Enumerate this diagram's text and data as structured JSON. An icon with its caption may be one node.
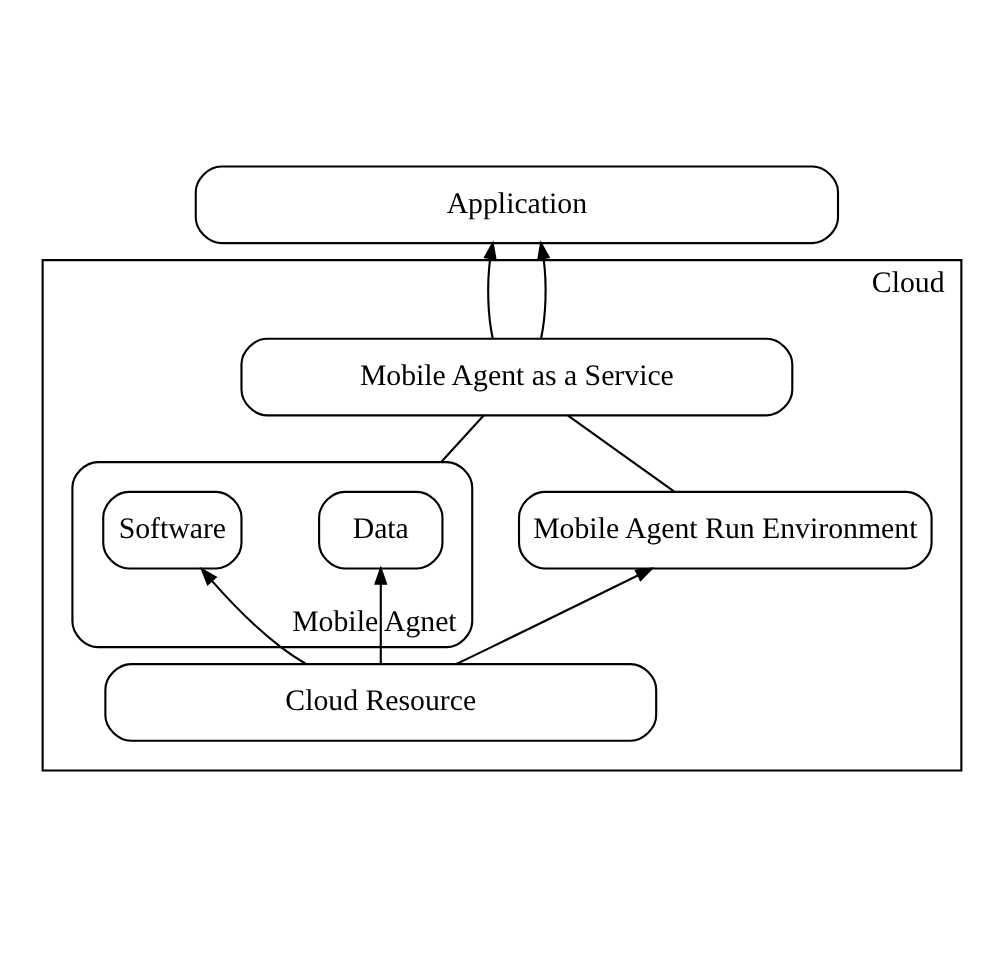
{
  "diagram": {
    "nodes": [
      {
        "text": [
          "Application"
        ]
      },
      {
        "text": [
          "Cloud"
        ]
      },
      {
        "text": [
          "Mobile Agent as a Service"
        ],
        "in": 1
      },
      {
        "text": [
          "Mobile Agnet"
        ],
        "in": 1
      },
      {
        "text": [
          "Data"
        ],
        "in": 3
      },
      {
        "text": [
          "Software"
        ],
        "in": 3
      },
      {
        "text": [
          "Mobile Agent Run Environment"
        ],
        "in": 1
      },
      {
        "text": [
          "Cloud Resource"
        ],
        "in": 1
      }
    ],
    "edges": [
      {
        "from": 3,
        "to": 2,
        "arrow": "none"
      },
      {
        "from": 2,
        "to": 0,
        "arrow": "to"
      },
      {
        "from": 6,
        "to": 2,
        "arrow": "none"
      },
      {
        "from": 2,
        "to": 0,
        "arrow": "to"
      },
      {
        "from": 7,
        "to": 4,
        "arrow": "to"
      },
      {
        "from": 7,
        "to": 5,
        "arrow": "to"
      },
      {
        "from": 7,
        "to": 6,
        "arrow": "to"
      }
    ]
  }
}
